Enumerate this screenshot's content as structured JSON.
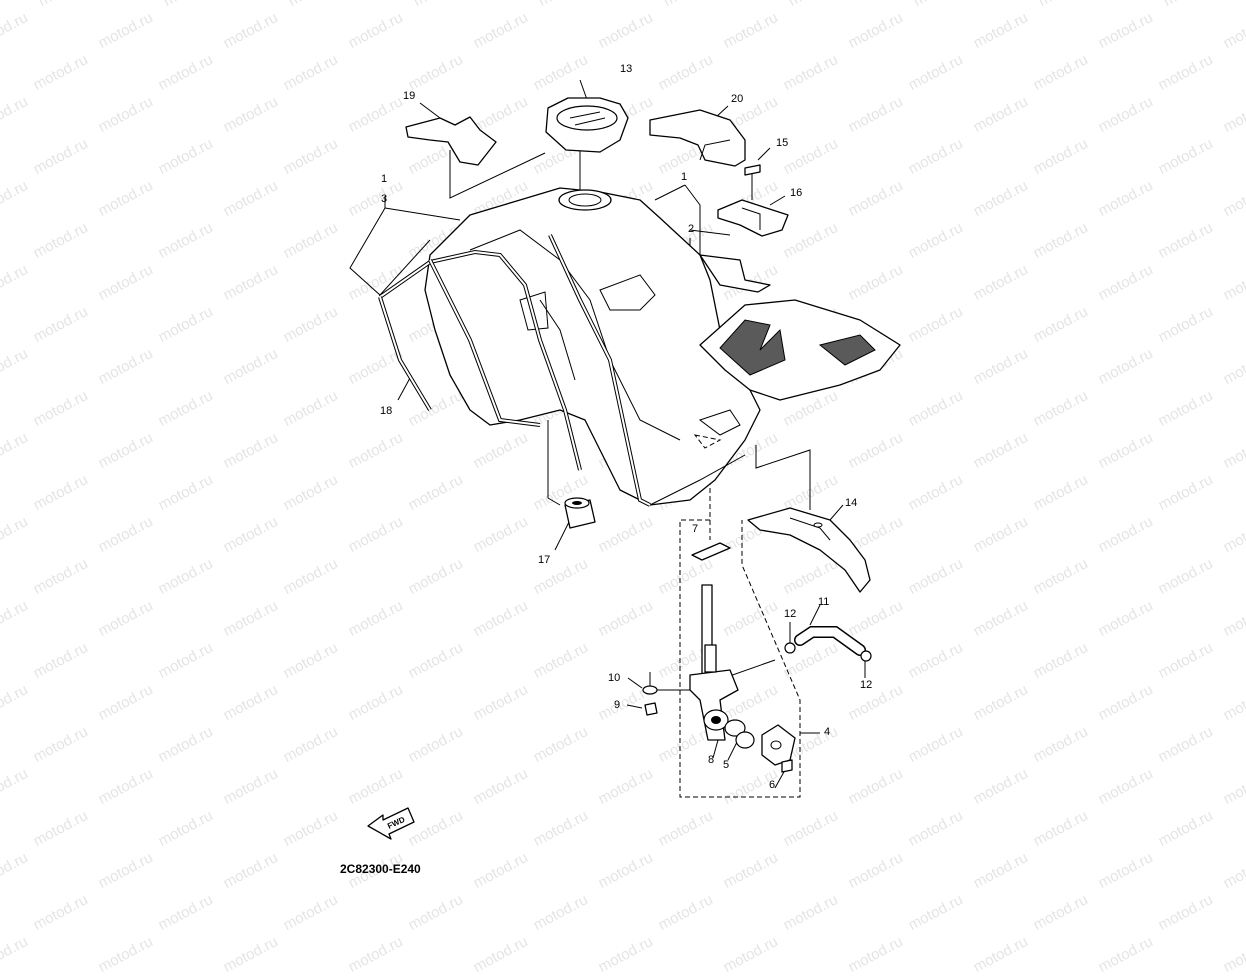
{
  "watermark": "motod.ru",
  "diagram_code": "2C82300-E240",
  "fwd_label": "FWD",
  "callouts": {
    "c1a": "1",
    "c3": "3",
    "c1b": "1",
    "c2": "2",
    "c4": "4",
    "c5": "5",
    "c6": "6",
    "c7": "7",
    "c8": "8",
    "c9": "9",
    "c10": "10",
    "c11": "11",
    "c12a": "12",
    "c12b": "12",
    "c13": "13",
    "c14": "14",
    "c15": "15",
    "c16": "16",
    "c17": "17",
    "c18": "18",
    "c19": "19",
    "c20": "20"
  }
}
